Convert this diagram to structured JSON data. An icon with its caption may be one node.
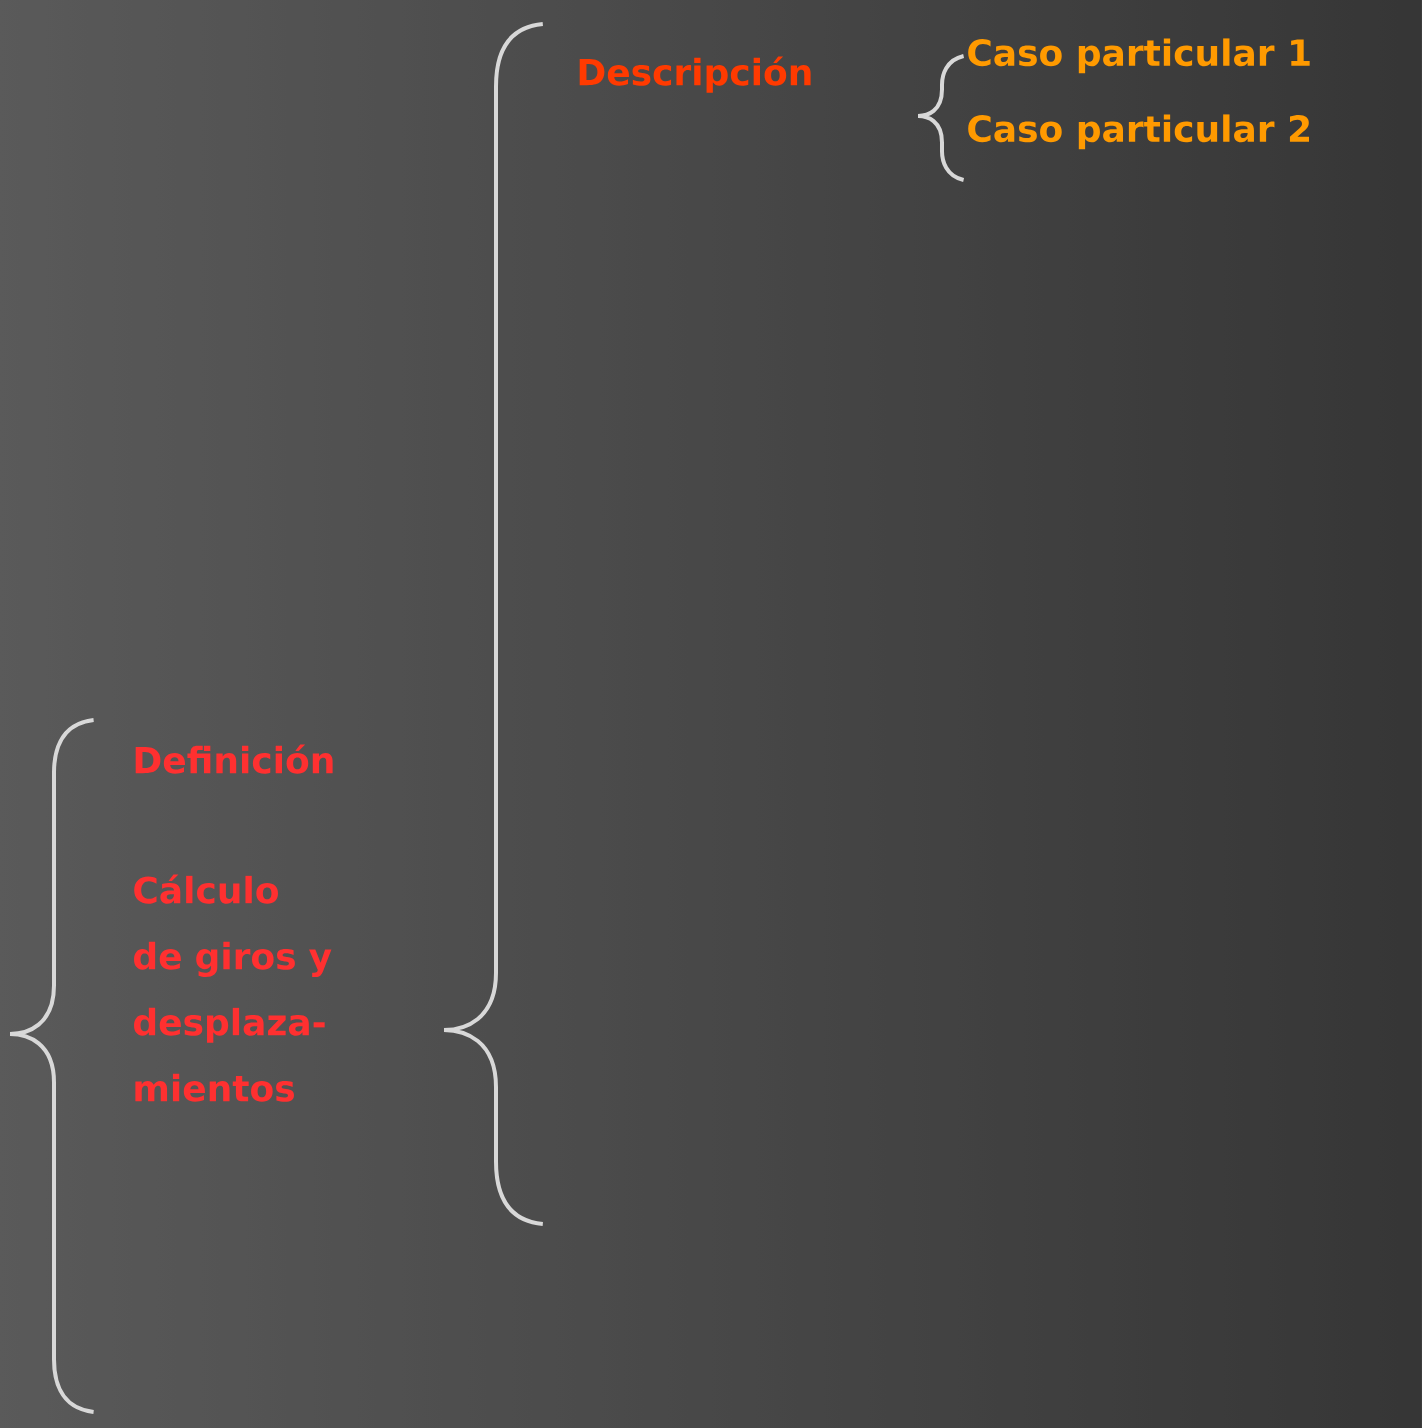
{
  "diagram": {
    "labels": [
      "Descripción",
      "Caso particular 1",
      "Caso particular 2",
      "Definición",
      "Cálculo de giros y desplaza-mientos"
    ]
  }
}
